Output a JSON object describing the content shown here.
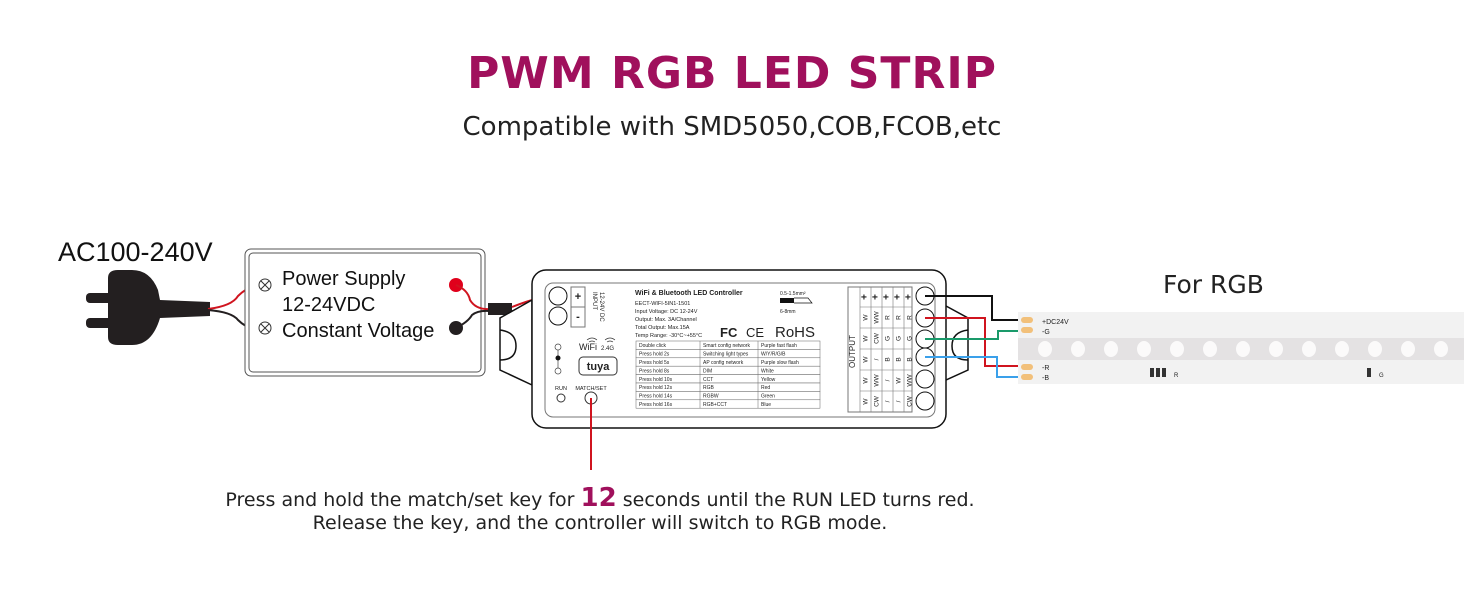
{
  "header": {
    "title": "PWM RGB LED STRIP",
    "subtitle": "Compatible with SMD5050,COB,FCOB,etc"
  },
  "input": {
    "ac_label": "AC100-240V"
  },
  "power_supply": {
    "line1": "Power Supply",
    "line2": "12-24VDC",
    "line3": "Constant Voltage"
  },
  "controller": {
    "name": "WiFi & Bluetooth LED Controller",
    "model": "EECT-WIFI-5IN1-1501",
    "input_voltage": "Input Voltage: DC 12-24V",
    "output": "Output: Max. 3A/Channel",
    "total_output": "Total Output: Max.15A",
    "temp_range": "Temp Range: -30°C~+55°C",
    "wire_gauge": "0.5-1.5mm²",
    "strip_length": "6-8mm",
    "certs": [
      "FC",
      "CE",
      "RoHS"
    ],
    "input_label": "INPUT",
    "input_voltage_short": "12-24V DC",
    "input_terminals": [
      "+",
      "-"
    ],
    "wifi_label": "WiFi",
    "band_label": "2.4G",
    "brand_logo": "tuya",
    "run_label": "RUN",
    "match_label": "MATCH/SET",
    "output_label": "OUTPUT",
    "button_table": [
      [
        "Double click",
        "Smart config network",
        "Purple fast flash"
      ],
      [
        "Press hold 2s",
        "Switching light types",
        "W/Y/R/G/B"
      ],
      [
        "Press hold 5s",
        "AP config network",
        "Purple slow flash"
      ],
      [
        "Press hold 8s",
        "DIM",
        "White"
      ],
      [
        "Press hold 10s",
        "CCT",
        "Yellow"
      ],
      [
        "Press hold 12s",
        "RGB",
        "Red"
      ],
      [
        "Press hold 14s",
        "RGBW",
        "Green"
      ],
      [
        "Press hold 16s",
        "RGB+CCT",
        "Blue"
      ]
    ],
    "output_table": [
      [
        "+",
        "W",
        "W",
        "W",
        "W",
        "W"
      ],
      [
        "+",
        "WW",
        "CW",
        "/",
        "WW",
        "CW"
      ],
      [
        "+",
        "R",
        "G",
        "B",
        "/",
        "/"
      ],
      [
        "+",
        "R",
        "G",
        "B",
        "W",
        "/"
      ],
      [
        "+",
        "R",
        "G",
        "B",
        "WW",
        "CW"
      ]
    ]
  },
  "strip": {
    "label": "For RGB",
    "pads": [
      "+DC24V",
      "-G",
      "-R",
      "-B"
    ],
    "marks": [
      "R",
      "G"
    ]
  },
  "wires": {
    "red": "#d0141f",
    "black": "#111111",
    "green": "#1a9a6a",
    "blue": "#3aa0ea",
    "accent": "#a0105c"
  },
  "instructions": {
    "line1_before": "Press and hold the match/set key for ",
    "line1_emph": "12",
    "line1_after": " seconds until the RUN LED turns red.",
    "line2": "Release the key, and the controller will switch to RGB mode."
  }
}
